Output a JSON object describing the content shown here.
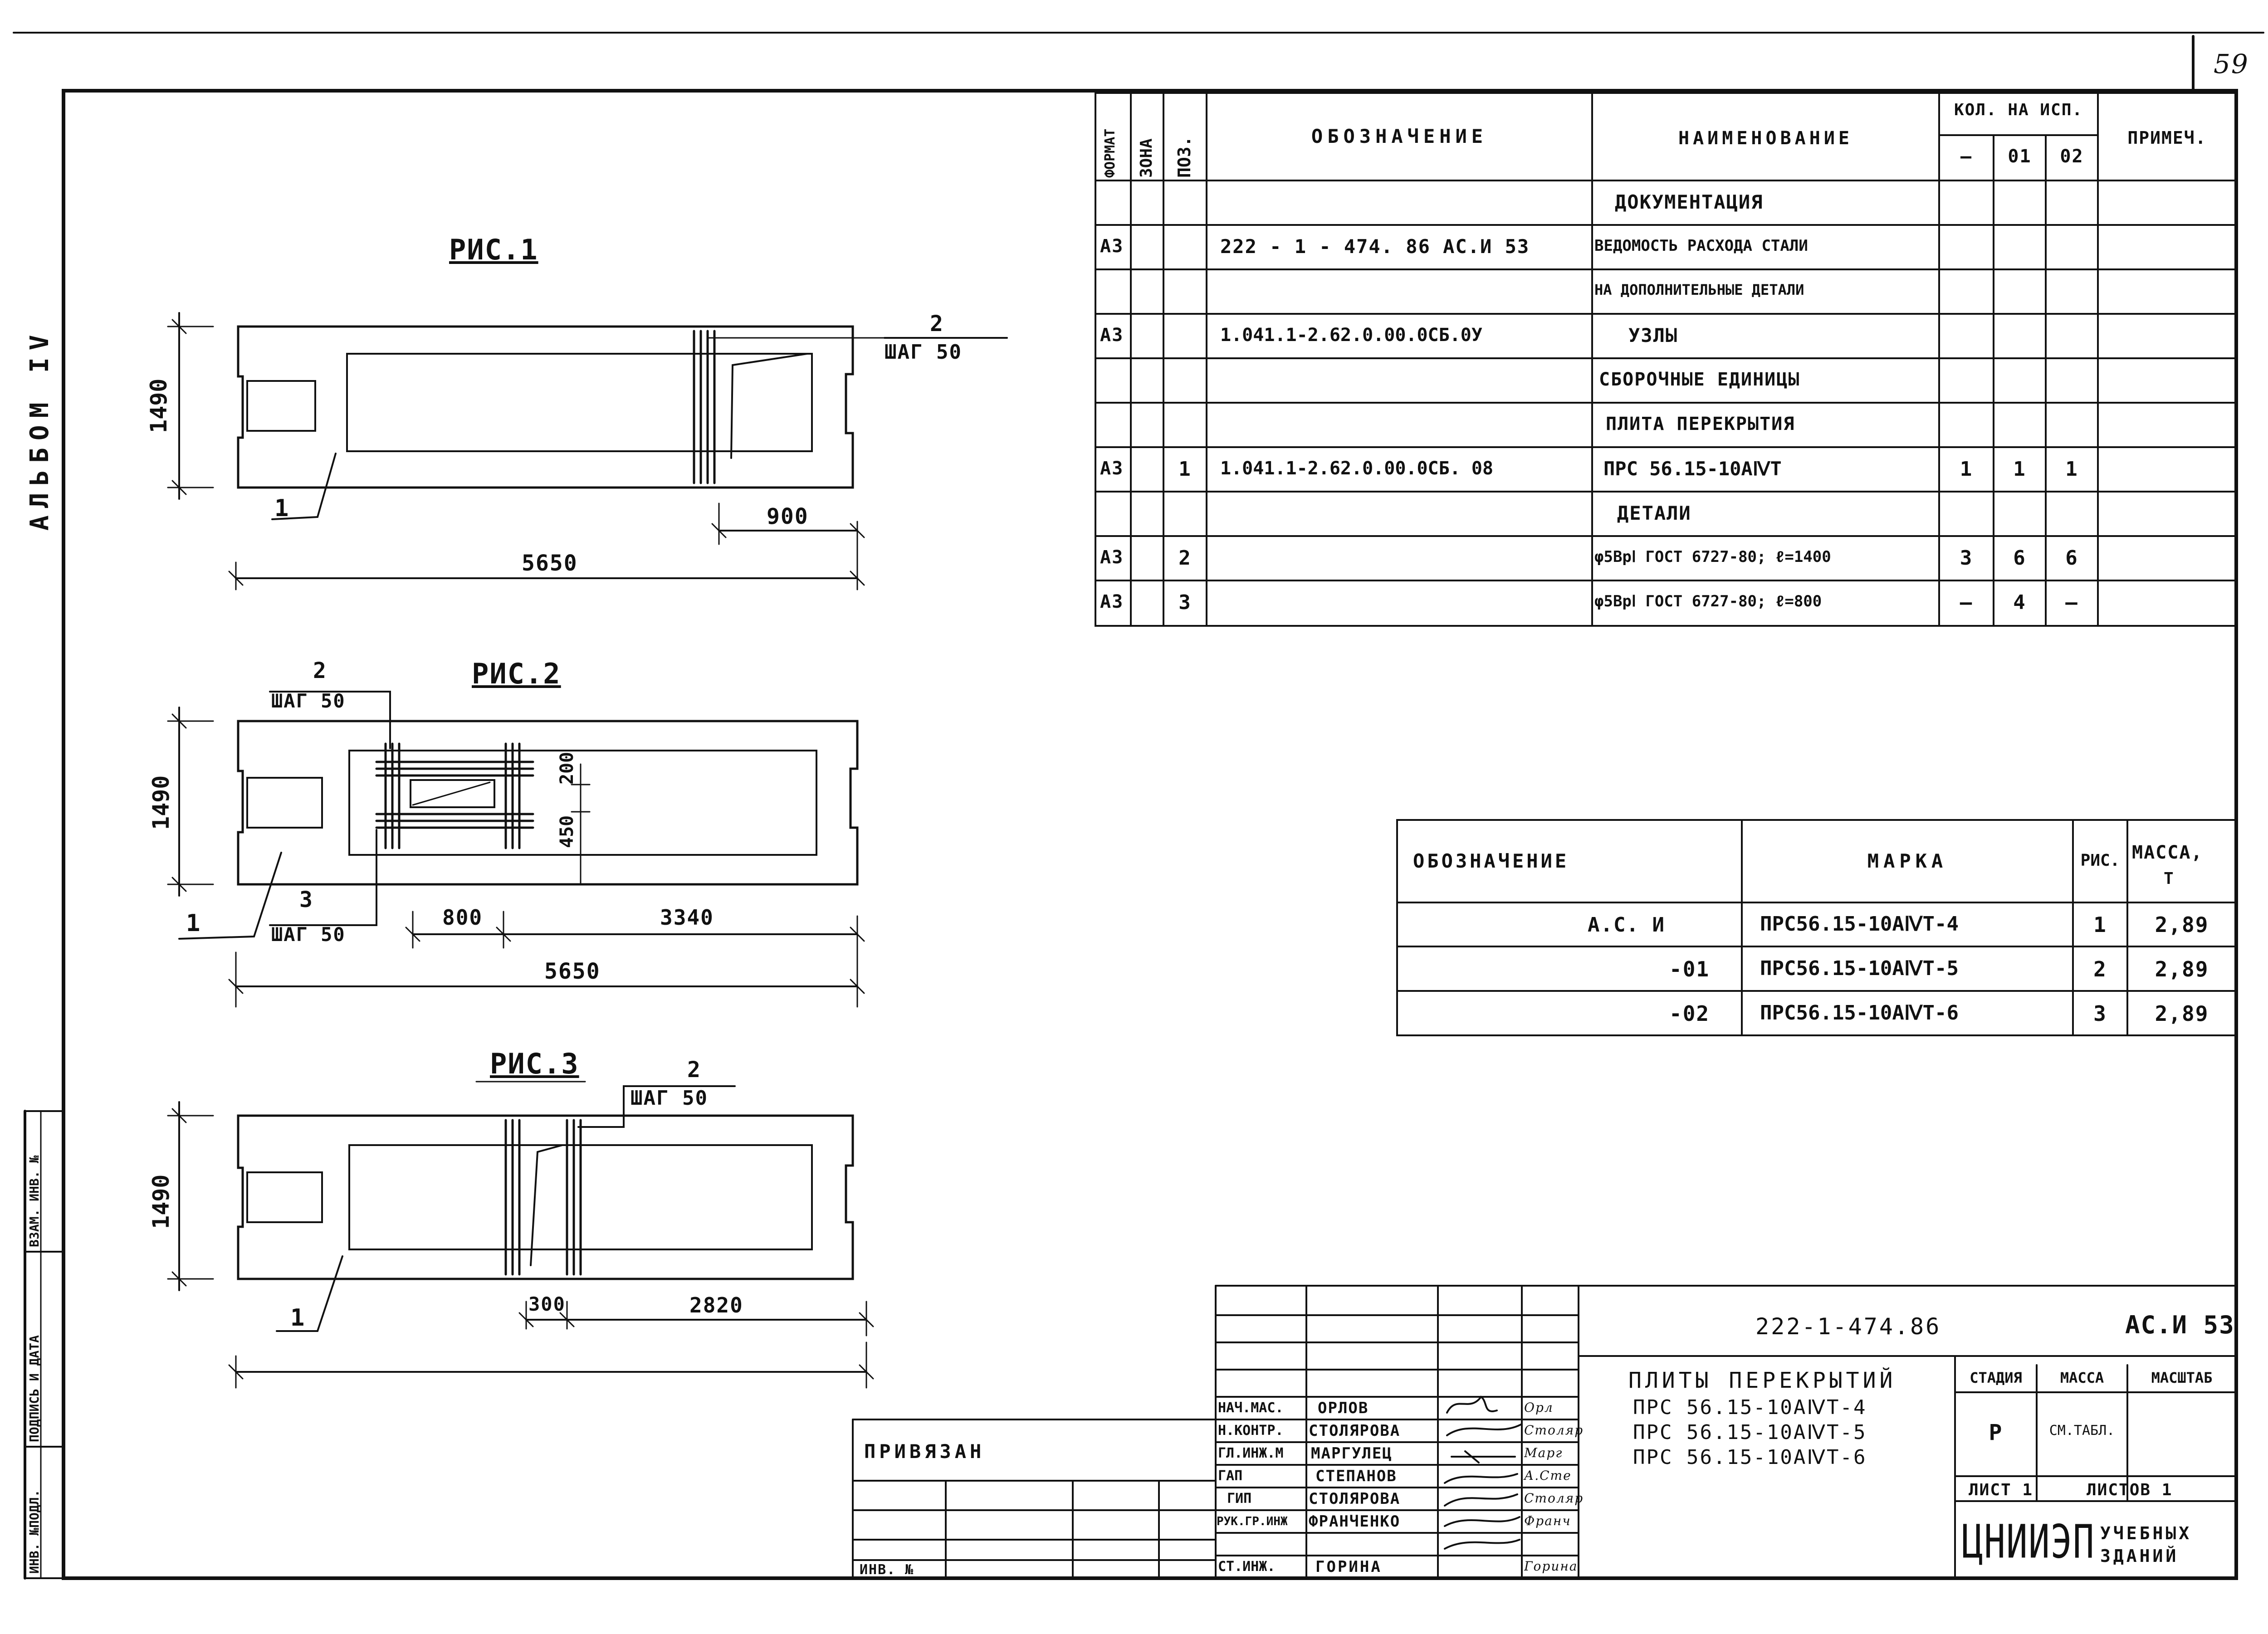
{
  "sheet_number": "59",
  "album_label": "АЛЬБОМ IV",
  "side_stamp": {
    "inv_podl": "ИНВ. №ПОДЛ.",
    "podpis_data": "ПОДПИСЬ И ДАТА",
    "vzam_inv": "ВЗАМ. ИНВ. №"
  },
  "figures": {
    "fig1": {
      "title": "РИС.1",
      "height_dim": "1490",
      "length_dim": "5650",
      "right_dim": "900",
      "pos_label": "1",
      "rebar_label": "2",
      "step_label": "ШАГ 50"
    },
    "fig2": {
      "title": "РИС.2",
      "height_dim": "1490",
      "length_dim": "5650",
      "dim_800": "800",
      "dim_3340": "3340",
      "dim_200": "200",
      "dim_450": "450",
      "pos_label": "1",
      "rebar_top_label": "2",
      "step_top_label": "ШАГ 50",
      "rebar_bottom_label": "3",
      "step_bottom_label": "ШАГ 50"
    },
    "fig3": {
      "title": "РИС.3",
      "height_dim": "1490",
      "dim_300": "300",
      "dim_2820": "2820",
      "pos_label": "1",
      "rebar_label": "2",
      "step_label": "ШАГ 50"
    }
  },
  "spec_table": {
    "headers": {
      "format": "ФОРМАТ",
      "zone": "ЗОНА",
      "pos": "ПОЗ.",
      "designation": "ОБОЗНАЧЕНИЕ",
      "name": "НАИМЕНОВАНИЕ",
      "qty": "КОЛ. НА ИСП.",
      "qty_cols": [
        "—",
        "01",
        "02"
      ],
      "note": "ПРИМЕЧ."
    },
    "rows": [
      {
        "format": "",
        "pos": "",
        "designation": "",
        "name": "ДОКУМЕНТАЦИЯ",
        "q0": "",
        "q1": "",
        "q2": ""
      },
      {
        "format": "А3",
        "pos": "",
        "designation": "222 - 1 - 474. 86  АС.И  53",
        "name": "ВЕДОМОСТЬ РАСХОДА СТАЛИ",
        "q0": "",
        "q1": "",
        "q2": ""
      },
      {
        "format": "",
        "pos": "",
        "designation": "",
        "name": "НА ДОПОЛНИТЕЛЬНЫЕ ДЕТАЛИ",
        "q0": "",
        "q1": "",
        "q2": ""
      },
      {
        "format": "А3",
        "pos": "",
        "designation": "1.041.1-2.62.0.00.0СБ.0У",
        "name": "УЗЛЫ",
        "q0": "",
        "q1": "",
        "q2": ""
      },
      {
        "format": "",
        "pos": "",
        "designation": "",
        "name": "СБОРОЧНЫЕ ЕДИНИЦЫ",
        "q0": "",
        "q1": "",
        "q2": ""
      },
      {
        "format": "",
        "pos": "",
        "designation": "",
        "name": "ПЛИТА ПЕРЕКРЫТИЯ",
        "q0": "",
        "q1": "",
        "q2": ""
      },
      {
        "format": "А3",
        "pos": "1",
        "designation": "1.041.1-2.62.0.00.0СБ. 08",
        "name": "ПРС 56.15-10АⅣТ",
        "q0": "1",
        "q1": "1",
        "q2": "1"
      },
      {
        "format": "",
        "pos": "",
        "designation": "",
        "name": "ДЕТАЛИ",
        "q0": "",
        "q1": "",
        "q2": ""
      },
      {
        "format": "А3",
        "pos": "2",
        "designation": "",
        "name": "φ5ВрⅠ ГОСТ 6727-80; ℓ=1400",
        "q0": "3",
        "q1": "6",
        "q2": "6"
      },
      {
        "format": "А3",
        "pos": "3",
        "designation": "",
        "name": "φ5ВрⅠ ГОСТ 6727-80; ℓ=800",
        "q0": "—",
        "q1": "4",
        "q2": "—"
      }
    ]
  },
  "mark_table": {
    "headers": {
      "designation": "ОБОЗНАЧЕНИЕ",
      "mark": "МАРКА",
      "fig": "РИС.",
      "mass": "МАССА,",
      "mass_unit": "Т"
    },
    "rows": [
      {
        "designation": "А.С. И",
        "mark": "ПРС56.15-10АⅣТ-4",
        "fig": "1",
        "mass": "2,89"
      },
      {
        "designation": "-01",
        "mark": "ПРС56.15-10АⅣТ-5",
        "fig": "2",
        "mass": "2,89"
      },
      {
        "designation": "-02",
        "mark": "ПРС56.15-10АⅣТ-6",
        "fig": "3",
        "mass": "2,89"
      }
    ]
  },
  "privyazan": {
    "title": "ПРИВЯЗАН",
    "inv_label": "ИНВ. №"
  },
  "title_block": {
    "doc_code": "222-1-474.86",
    "sheet_code": "АС.И 53",
    "title": "ПЛИТЫ ПЕРЕКРЫТИЙ",
    "title_lines": [
      "ПРС 56.15-10АⅣТ-4",
      "ПРС 56.15-10АⅣТ-5",
      "ПРС 56.15-10АⅣТ-6"
    ],
    "stage_label": "СТАДИЯ",
    "mass_label": "МАССА",
    "scale_label": "МАСШТАБ",
    "stage_value": "Р",
    "mass_value": "СМ.ТАБЛ.",
    "sheet_label": "ЛИСТ 1",
    "sheets_label": "ЛИСТОВ 1",
    "org_name": "ЦНИИЭП",
    "org_sub1": "УЧЕБНЫХ",
    "org_sub2": "ЗДАНИЙ",
    "signatures": [
      {
        "role": "НАЧ.МАС.",
        "name": "ОРЛОВ",
        "sign": "Орл"
      },
      {
        "role": "Н.КОНТР.",
        "name": "СТОЛЯРОВА",
        "sign": "Столяр"
      },
      {
        "role": "ГЛ.ИНЖ.М",
        "name": "МАРГУЛЕЦ",
        "sign": "Марг"
      },
      {
        "role": "ГАП",
        "name": "СТЕПАНОВ",
        "sign": "А.Сте"
      },
      {
        "role": "ГИП",
        "name": "СТОЛЯРОВА",
        "sign": "Столяр"
      },
      {
        "role": "РУК.ГР.ИНЖ",
        "name": "ФРАНЧЕНКО",
        "sign": "Франч"
      },
      {
        "role": "СТ.ИНЖ.",
        "name": "ГОРИНА",
        "sign": "Горина"
      }
    ]
  }
}
